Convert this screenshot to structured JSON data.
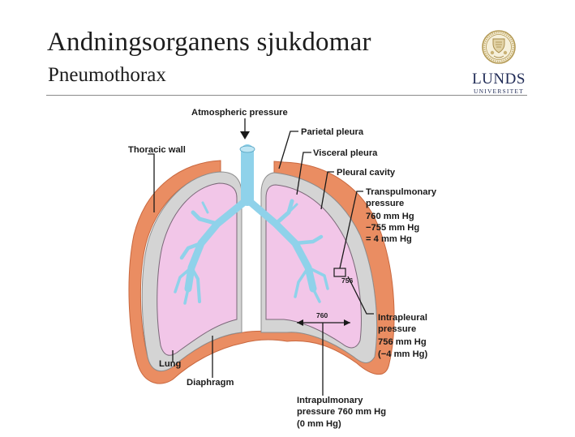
{
  "slide": {
    "title": "Andningsorganens sjukdomar",
    "subtitle": "Pneumothorax"
  },
  "logo": {
    "name": "LUNDS",
    "sub": "UNIVERSITET"
  },
  "diagram": {
    "labels": {
      "atmospheric": "Atmospheric pressure",
      "thoracic_wall": "Thoracic wall",
      "parietal_pleura": "Parietal pleura",
      "visceral_pleura": "Visceral pleura",
      "pleural_cavity": "Pleural cavity",
      "lung": "Lung",
      "diaphragm": "Diaphragm"
    },
    "transpulmonary": [
      "Transpulmonary",
      "pressure",
      "760 mm Hg",
      "−755 mm Hg",
      "= 4 mm Hg"
    ],
    "intrapleural": [
      "Intrapleural",
      "pressure",
      "756 mm Hg",
      "(−4 mm Hg)"
    ],
    "intrapulmonary": [
      "Intrapulmonary",
      "pressure 760 mm Hg",
      "(0 mm Hg)"
    ],
    "value_756": "756",
    "value_760": "760"
  },
  "colors": {
    "thoracic_wall": "#ea8d62",
    "pleura": "#d4d4d4",
    "lung": "#f2c6e8",
    "airway": "#8fd2ea",
    "text": "#1c1c1c"
  }
}
